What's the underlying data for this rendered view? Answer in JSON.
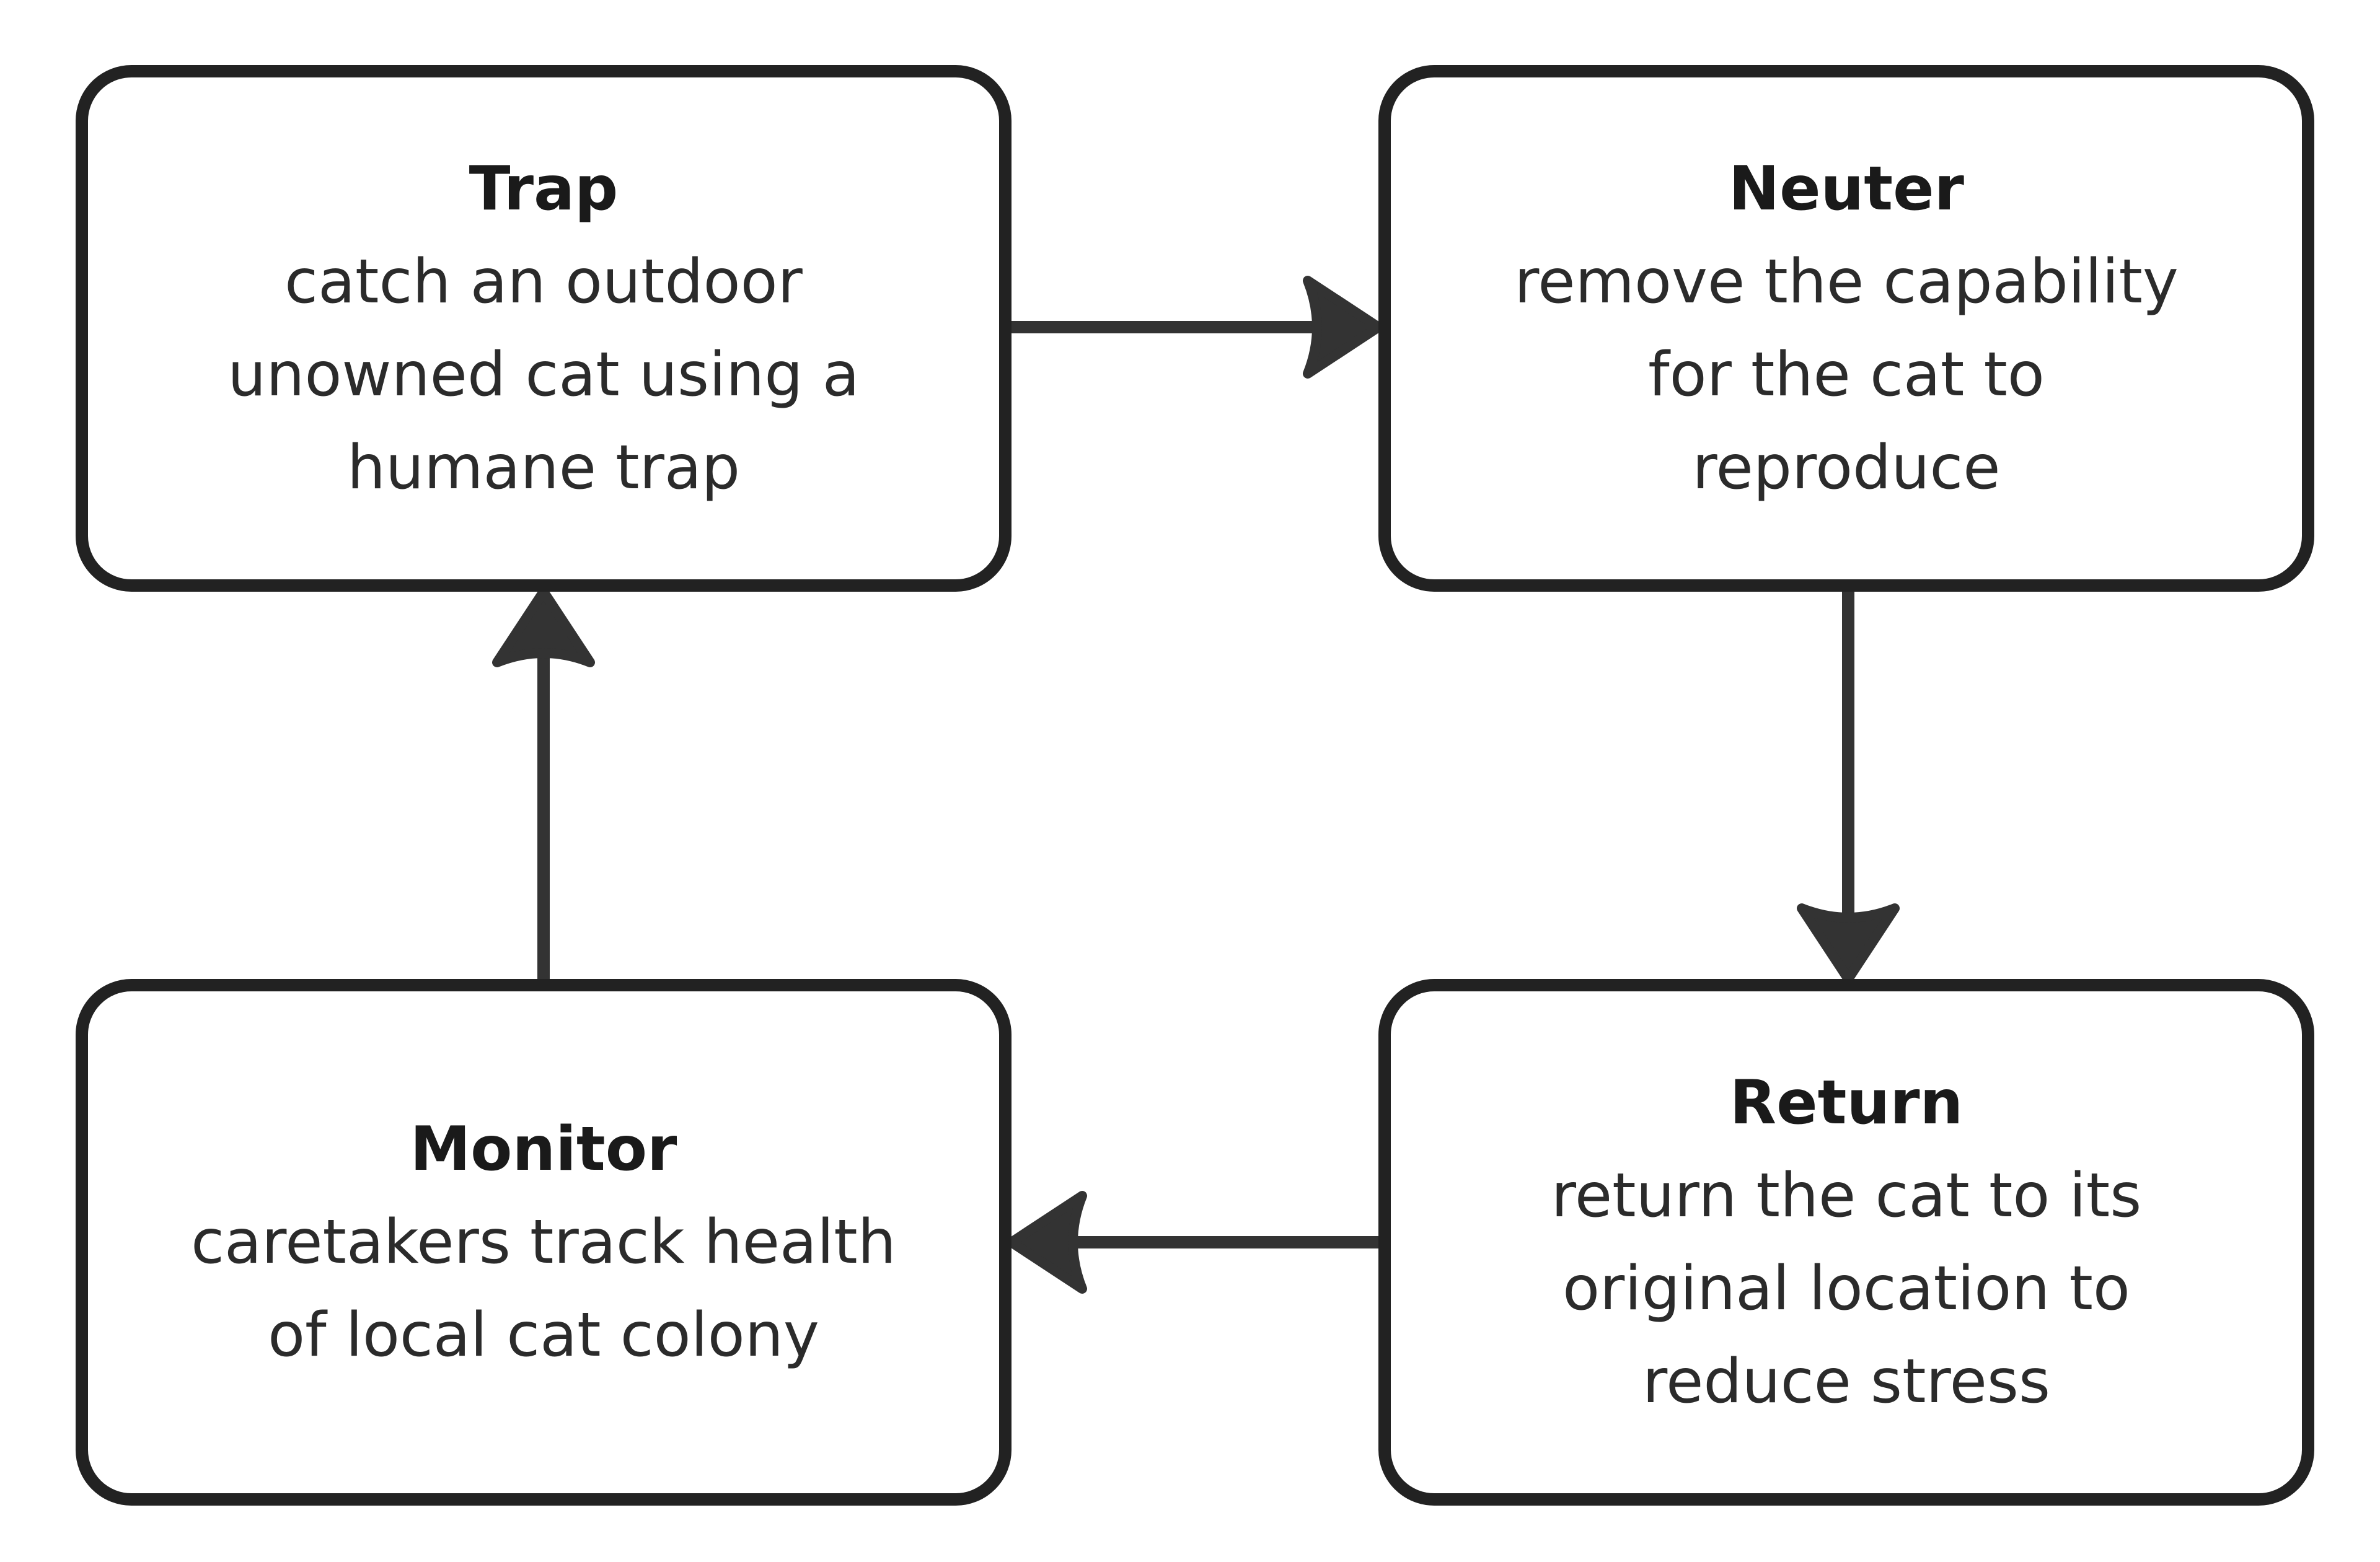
{
  "colors": {
    "stroke": "#333333",
    "node_border": "#222222",
    "title_text": "#1a1a1a",
    "body_text": "#2b2b2b",
    "background": "#ffffff"
  },
  "nodes": {
    "trap": {
      "title": "Trap",
      "description": "catch an outdoor\nunowned cat using a\nhumane trap"
    },
    "neuter": {
      "title": "Neuter",
      "description": "remove the capability\nfor the cat to\nreproduce"
    },
    "return": {
      "title": "Return",
      "description": "return the cat to its\noriginal location to\nreduce stress"
    },
    "monitor": {
      "title": "Monitor",
      "description": "caretakers track health\nof local cat colony"
    }
  },
  "edges": [
    {
      "from": "trap",
      "to": "neuter"
    },
    {
      "from": "neuter",
      "to": "return"
    },
    {
      "from": "return",
      "to": "monitor"
    },
    {
      "from": "monitor",
      "to": "trap"
    }
  ]
}
